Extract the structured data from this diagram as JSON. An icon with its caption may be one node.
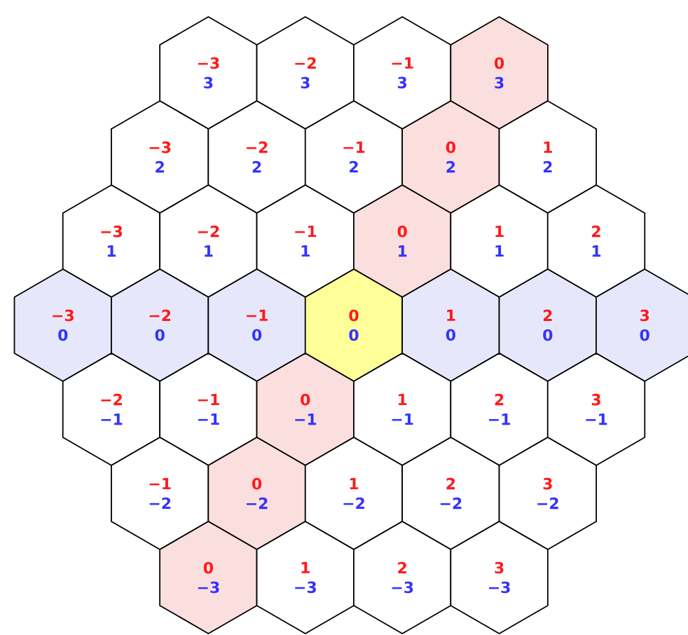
{
  "diagram": {
    "nodes": [
      {
        "text": [
          "−3",
          "3"
        ]
      },
      {
        "text": [
          "−2",
          "3"
        ]
      },
      {
        "text": [
          "−1",
          "3"
        ]
      },
      {
        "text": [
          "0",
          "3"
        ]
      },
      {
        "text": [
          "−3",
          "2"
        ]
      },
      {
        "text": [
          "−2",
          "2"
        ]
      },
      {
        "text": [
          "−1",
          "2"
        ]
      },
      {
        "text": [
          "0",
          "2"
        ]
      },
      {
        "text": [
          "1",
          "2"
        ]
      },
      {
        "text": [
          "−3",
          "1"
        ]
      },
      {
        "text": [
          "−2",
          "1"
        ]
      },
      {
        "text": [
          "−1",
          "1"
        ]
      },
      {
        "text": [
          "0",
          "1"
        ]
      },
      {
        "text": [
          "1",
          "1"
        ]
      },
      {
        "text": [
          "2",
          "1"
        ]
      },
      {
        "text": [
          "−3",
          "0"
        ]
      },
      {
        "text": [
          "−2",
          "0"
        ]
      },
      {
        "text": [
          "−1",
          "0"
        ]
      },
      {
        "text": [
          "0",
          "0"
        ]
      },
      {
        "text": [
          "1",
          "0"
        ]
      },
      {
        "text": [
          "2",
          "0"
        ]
      },
      {
        "text": [
          "3",
          "0"
        ]
      },
      {
        "text": [
          "−2",
          "−1"
        ]
      },
      {
        "text": [
          "−1",
          "−1"
        ]
      },
      {
        "text": [
          "0",
          "−1"
        ]
      },
      {
        "text": [
          "1",
          "−1"
        ]
      },
      {
        "text": [
          "2",
          "−1"
        ]
      },
      {
        "text": [
          "3",
          "−1"
        ]
      },
      {
        "text": [
          "−1",
          "−2"
        ]
      },
      {
        "text": [
          "0",
          "−2"
        ]
      },
      {
        "text": [
          "1",
          "−2"
        ]
      },
      {
        "text": [
          "2",
          "−2"
        ]
      },
      {
        "text": [
          "3",
          "−2"
        ]
      },
      {
        "text": [
          "0",
          "−3"
        ]
      },
      {
        "text": [
          "1",
          "−3"
        ]
      },
      {
        "text": [
          "2",
          "−3"
        ]
      },
      {
        "text": [
          "3",
          "−3"
        ]
      }
    ]
  }
}
